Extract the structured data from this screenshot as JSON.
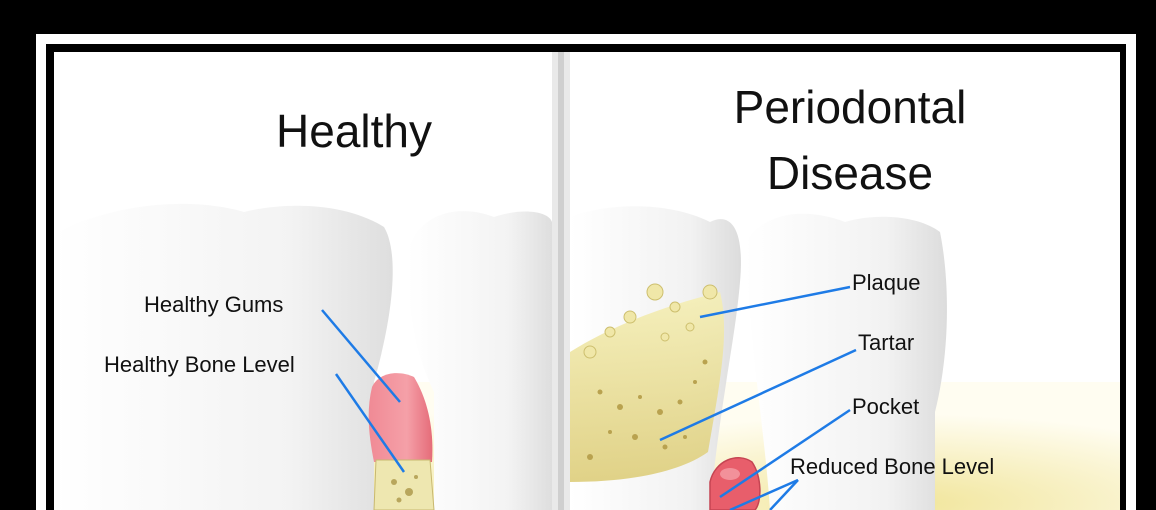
{
  "healthy": {
    "title": "Healthy",
    "labels": {
      "gums": "Healthy Gums",
      "bone": "Healthy Bone Level"
    }
  },
  "disease": {
    "title_line1": "Periodontal",
    "title_line2": "Disease",
    "labels": {
      "plaque": "Plaque",
      "tartar": "Tartar",
      "pocket": "Pocket",
      "reduced_bone": "Reduced Bone Level"
    }
  },
  "colors": {
    "leader_line": "#1e7be6",
    "gum": "#ef7b86",
    "bone": "#efe6a8",
    "tooth": "#f7f7f7"
  }
}
